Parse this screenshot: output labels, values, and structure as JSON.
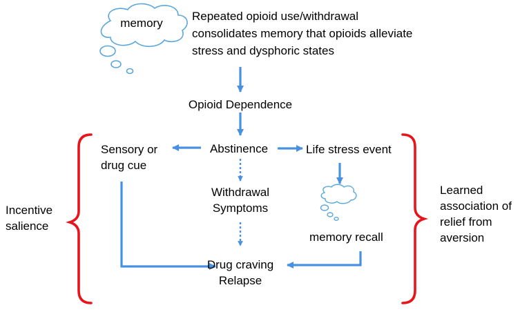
{
  "colors": {
    "arrow": "#4a90e2",
    "brace": "#e8141c",
    "cloud": "#5aa7dd",
    "text": "#000000"
  },
  "cloud_label": "memory",
  "consolidation_text": "Repeated opioid use/withdrawal\nconsolidates memory that opioids alleviate\nstress and dysphoric states",
  "nodes": {
    "dependence": "Opioid Dependence",
    "abstinence": "Abstinence",
    "sensory_cue": "Sensory or\ndrug cue",
    "life_stress": "Life stress event",
    "withdrawal": "Withdrawal\nSymptoms",
    "memory_recall": "memory recall",
    "craving_relapse": "Drug craving\nRelapse"
  },
  "side_labels": {
    "left": "Incentive\nsalience",
    "right": "Learned\nassociation of\nrelief from\naversion"
  }
}
